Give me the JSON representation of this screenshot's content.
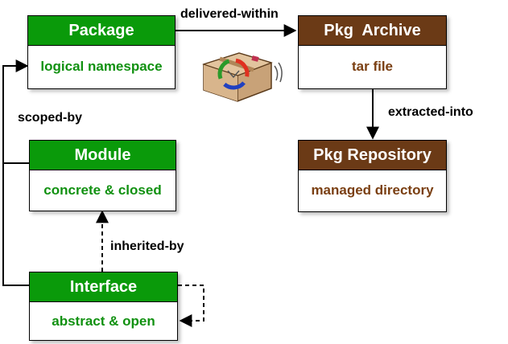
{
  "boxes": {
    "package": {
      "title": "Package",
      "desc": "logical namespace"
    },
    "archive": {
      "title": "Pkg  Archive",
      "desc": "tar file"
    },
    "repository": {
      "title": "Pkg Repository",
      "desc": "managed directory"
    },
    "module": {
      "title": "Module",
      "desc": "concrete & closed"
    },
    "interface": {
      "title": "Interface",
      "desc": "abstract & open"
    }
  },
  "relations": {
    "delivered_within": "delivered-within",
    "extracted_into": "extracted-into",
    "scoped_by": "scoped-by",
    "inherited_by": "inherited-by"
  },
  "colors": {
    "green_header": "#0a9a0a",
    "green_text": "#119111",
    "brown_header": "#6b3a16",
    "brown_text": "#7a3f12"
  },
  "icons": [
    "package-parcel-icon"
  ]
}
